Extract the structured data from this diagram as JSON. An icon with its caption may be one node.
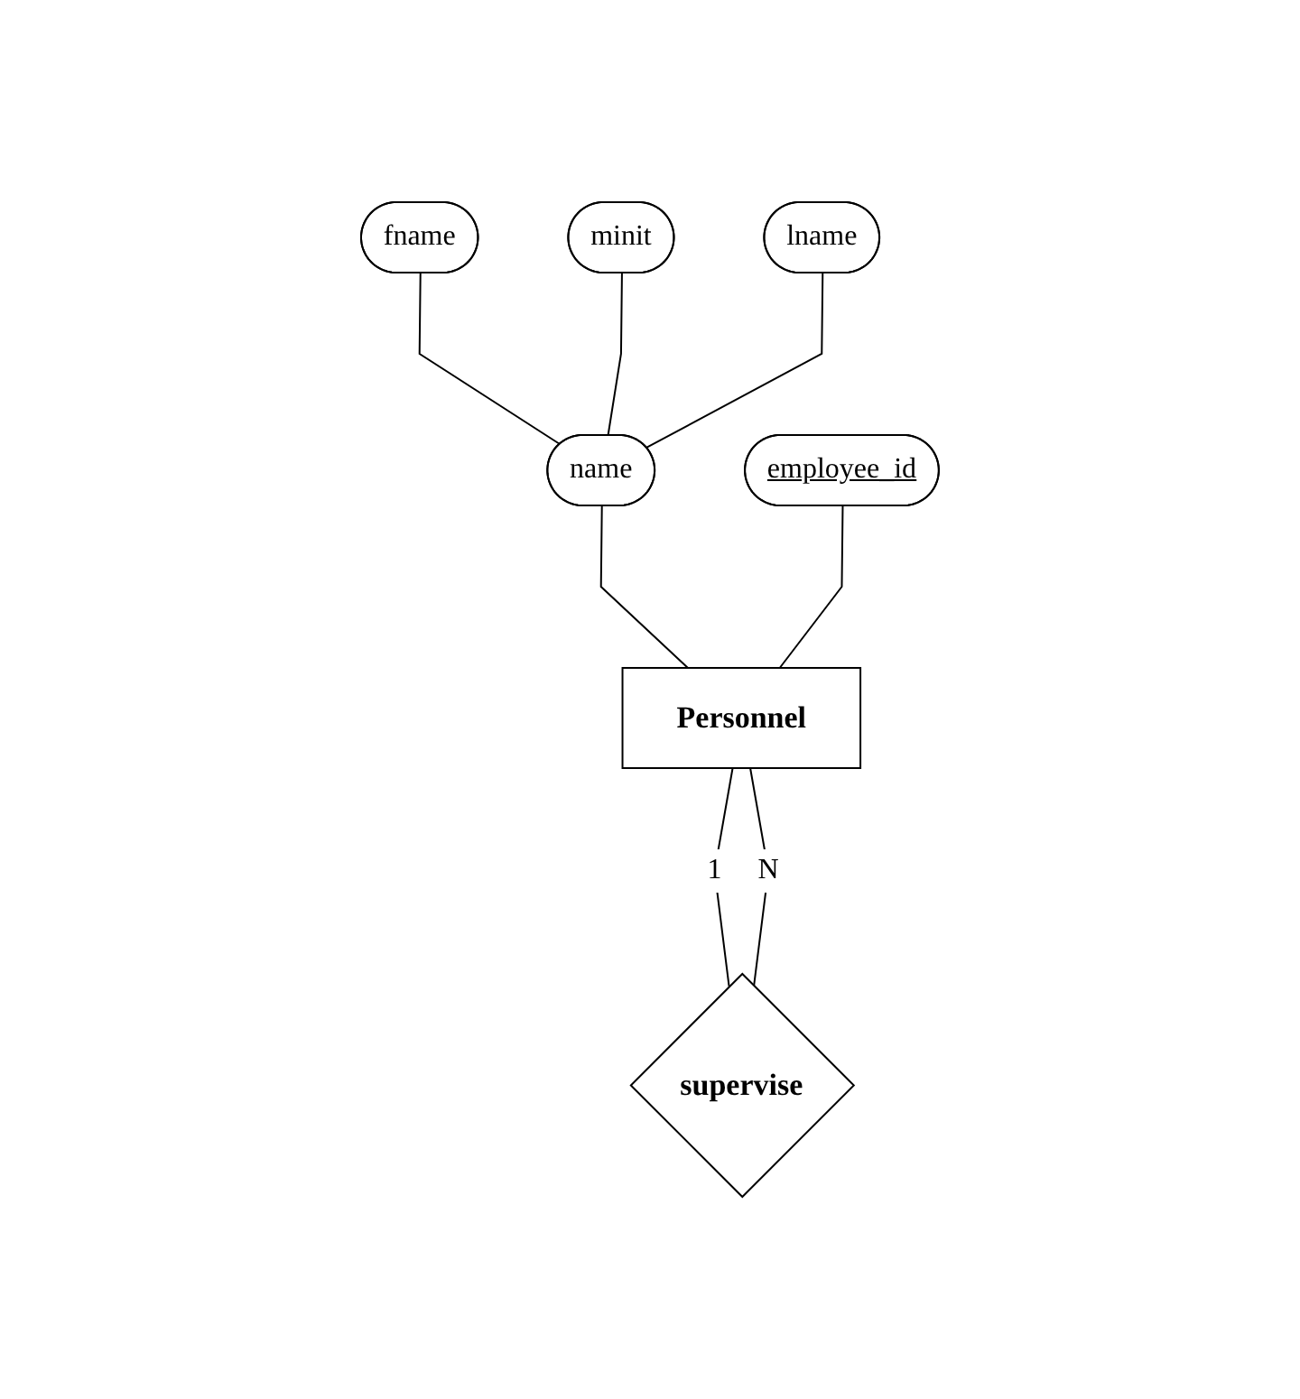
{
  "diagram": {
    "nodes": [
      {
        "text": [
          "fname"
        ]
      },
      {
        "text": [
          "minit"
        ]
      },
      {
        "text": [
          "lname"
        ]
      },
      {
        "text": [
          "name"
        ]
      },
      {
        "text": [
          "employee_id"
        ]
      },
      {
        "text": [
          "Personnel"
        ]
      },
      {
        "text": [
          "supervise"
        ]
      }
    ],
    "edges": [
      {
        "from": 0,
        "to": 3,
        "arrow": "none"
      },
      {
        "from": 1,
        "to": 3,
        "arrow": "none"
      },
      {
        "from": 2,
        "to": 3,
        "arrow": "none"
      },
      {
        "from": 3,
        "to": 5,
        "arrow": "none"
      },
      {
        "from": 4,
        "to": 5,
        "arrow": "none"
      },
      {
        "from": 5,
        "to": 6,
        "label": "1",
        "arrow": "none"
      },
      {
        "from": 5,
        "to": 6,
        "label": "N",
        "arrow": "none"
      }
    ]
  }
}
